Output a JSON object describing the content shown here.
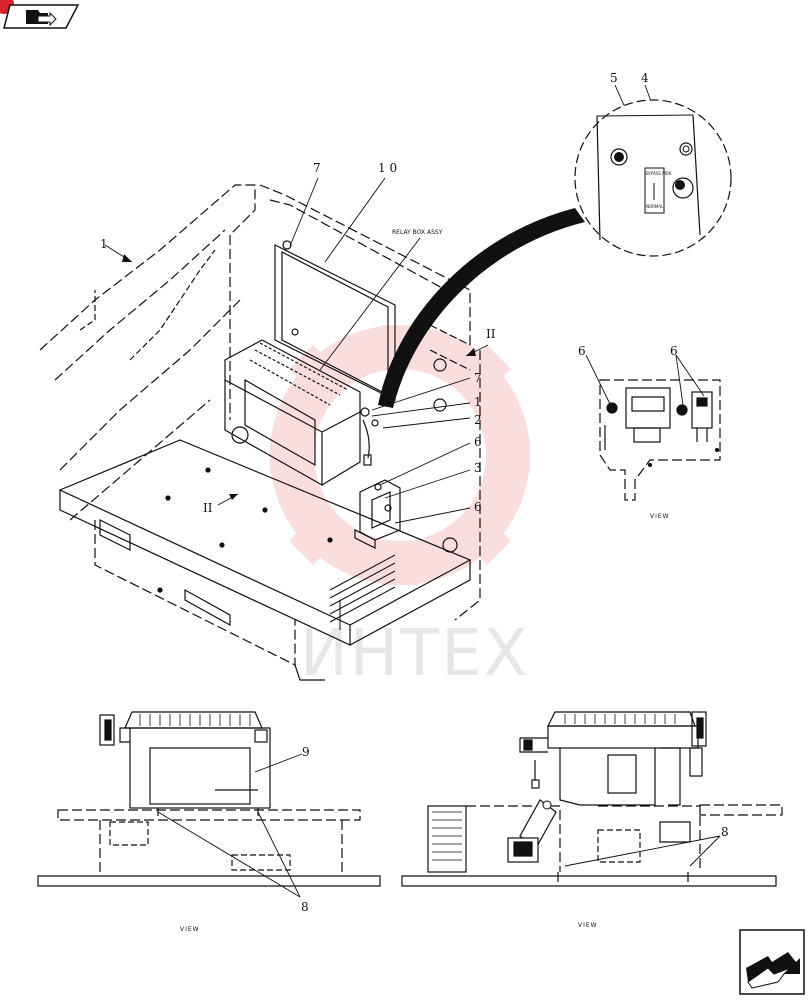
{
  "callouts": {
    "c1_left": "1",
    "c7_top": "7",
    "c10_top": "1 0",
    "c5": "5",
    "c4": "4",
    "c7_mid": "7",
    "c1_mid": "1",
    "c2": "2",
    "c6_a": "6",
    "c3": "3",
    "c6_b": "6",
    "c6_view_l": "6",
    "c6_view_r": "6",
    "c9": "9",
    "c8_left": "8",
    "c8_right": "8",
    "c2_roman_right": "II",
    "c2_roman_left": "II"
  },
  "labels": {
    "relay_box": "RELAY BOX ASSY",
    "view_right": "VIEW",
    "view_bottom_left": "VIEW",
    "view_bottom_right": "VIEW",
    "switch_top": "BYPASS MDR",
    "switch_bottom": "NORMAL"
  },
  "watermark": {
    "text": "ИНТЕХ",
    "color": "#f2a0a0"
  },
  "colors": {
    "line": "#111111",
    "nav_accent": "#d8232a"
  }
}
